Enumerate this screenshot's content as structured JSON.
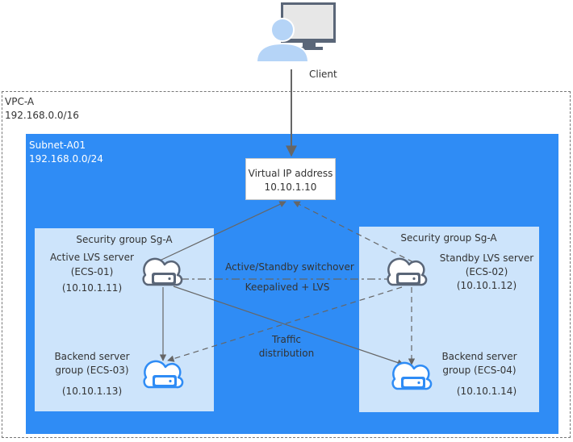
{
  "client": {
    "label": "Client"
  },
  "vpc": {
    "name": "VPC-A",
    "cidr": "192.168.0.0/16"
  },
  "subnet": {
    "name": "Subnet-A01",
    "cidr": "192.168.0.0/24"
  },
  "vip": {
    "title": "Virtual IP address",
    "ip": "10.10.1.10"
  },
  "groups": [
    {
      "title": "Security group Sg-A"
    },
    {
      "title": "Security group Sg-A"
    }
  ],
  "servers": {
    "active": {
      "name": "Active LVS server",
      "id": "(ECS-01)",
      "ip": "(10.10.1.11)"
    },
    "standby": {
      "name": "Standby LVS server",
      "id": "(ECS-02)",
      "ip": "(10.10.1.12)"
    },
    "backend1": {
      "name": "Backend server",
      "id": "group (ECS-03)",
      "ip": "(10.10.1.13)"
    },
    "backend2": {
      "name": "Backend server",
      "id": "group (ECS-04)",
      "ip": "(10.10.1.14)"
    }
  },
  "links": {
    "switchover": "Active/Standby switchover",
    "keepalived": "Keepalived + LVS",
    "traffic_line1": "Traffic",
    "traffic_line2": "distribution"
  },
  "colors": {
    "subnet": "#2f8cf5",
    "group": "#cde4fb",
    "server_icon": "#5a6678",
    "backend_icon": "#2f8cf5",
    "client_icon": "#b5d4f7",
    "line": "#666666"
  }
}
